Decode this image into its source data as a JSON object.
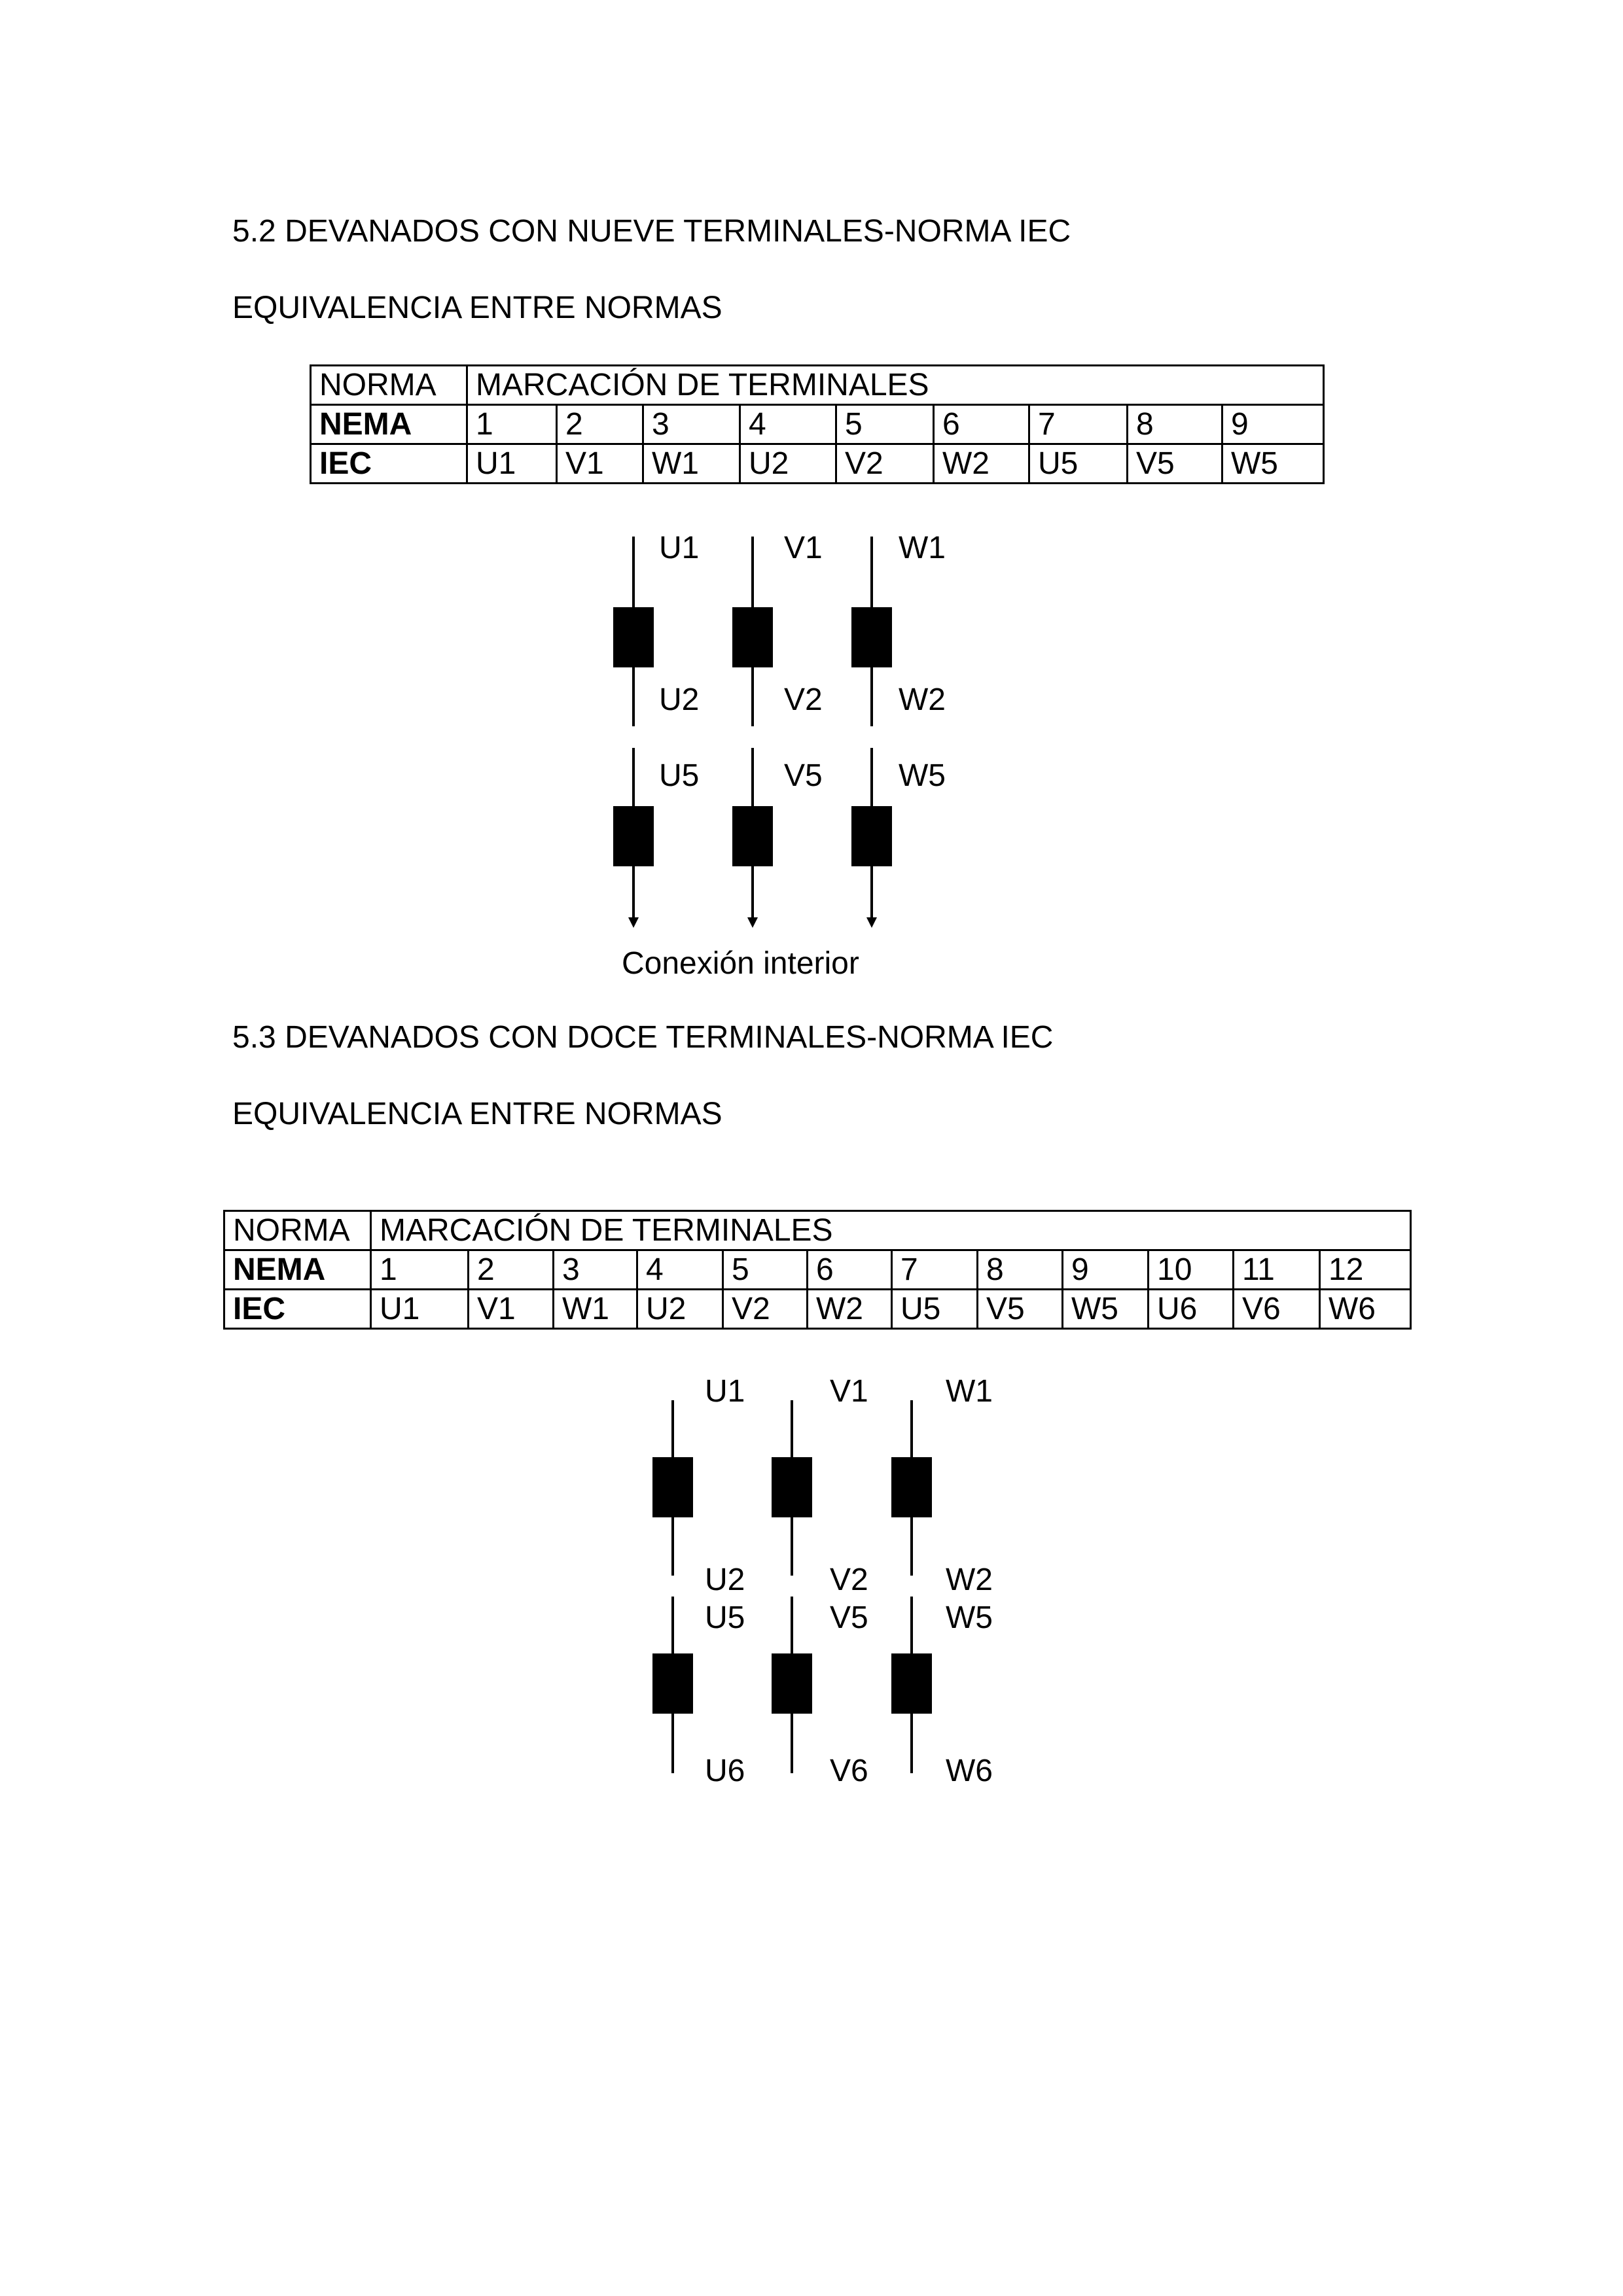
{
  "section_9": {
    "title": "5.2 DEVANADOS CON NUEVE TERMINALES-NORMA IEC",
    "subtitle": "EQUIVALENCIA ENTRE NORMAS",
    "table": {
      "header": [
        "NORMA",
        "MARCACIÓN DE TERMINALES"
      ],
      "rows": [
        {
          "label": "NEMA",
          "cells": [
            "1",
            "2",
            "3",
            "4",
            "5",
            "6",
            "7",
            "8",
            "9"
          ]
        },
        {
          "label": "IEC",
          "cells": [
            "U1",
            "V1",
            "W1",
            "U2",
            "V2",
            "W2",
            "U5",
            "V5",
            "W5"
          ]
        }
      ]
    },
    "diagram": {
      "top_labels": [
        "U1",
        "V1",
        "W1"
      ],
      "mid_bottom_labels": [
        "U2",
        "V2",
        "W2"
      ],
      "mid_top_labels": [
        "U5",
        "V5",
        "W5"
      ],
      "caption": "Conexión interior"
    }
  },
  "section_12": {
    "title": "5.3 DEVANADOS CON DOCE TERMINALES-NORMA IEC",
    "subtitle": "EQUIVALENCIA ENTRE NORMAS",
    "table": {
      "header": [
        "NORMA",
        "MARCACIÓN DE TERMINALES"
      ],
      "rows": [
        {
          "label": "NEMA",
          "cells": [
            "1",
            "2",
            "3",
            "4",
            "5",
            "6",
            "7",
            "8",
            "9",
            "10",
            "11",
            "12"
          ]
        },
        {
          "label": "IEC",
          "cells": [
            "U1",
            "V1",
            "W1",
            "U2",
            "V2",
            "W2",
            "U5",
            "V5",
            "W5",
            "U6",
            "V6",
            "W6"
          ]
        }
      ]
    },
    "diagram": {
      "top_labels": [
        "U1",
        "V1",
        "W1"
      ],
      "mid_upper_labels": [
        "U2",
        "V2",
        "W2"
      ],
      "mid_lower_labels": [
        "U5",
        "V5",
        "W5"
      ],
      "bottom_labels": [
        "U6",
        "V6",
        "W6"
      ]
    }
  }
}
